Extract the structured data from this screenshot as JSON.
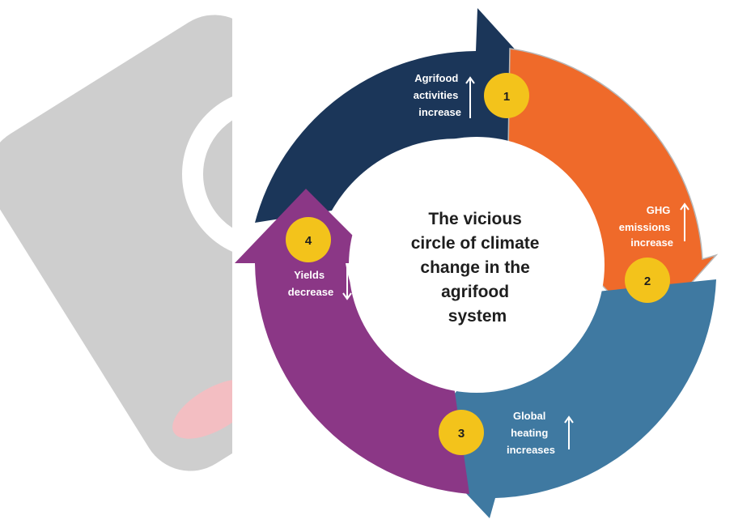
{
  "diagram": {
    "center_title_lines": [
      "The vicious",
      "circle of climate",
      "change in the",
      "agrifood",
      "system"
    ],
    "steps": [
      {
        "number": "1",
        "label_lines": [
          "Agrifood",
          "activities",
          "increase"
        ],
        "trend": "up",
        "color": "#1b3659"
      },
      {
        "number": "2",
        "label_lines": [
          "GHG",
          "emissions",
          "increase"
        ],
        "trend": "up",
        "color": "#ef6a2a"
      },
      {
        "number": "3",
        "label_lines": [
          "Global",
          "heating",
          "increases"
        ],
        "trend": "up",
        "color": "#3f79a1"
      },
      {
        "number": "4",
        "label_lines": [
          "Yields",
          "decrease"
        ],
        "trend": "down",
        "color": "#8b3786"
      }
    ],
    "badge_color": "#f3c31b",
    "background_shape_color": "#c8c8c8"
  }
}
